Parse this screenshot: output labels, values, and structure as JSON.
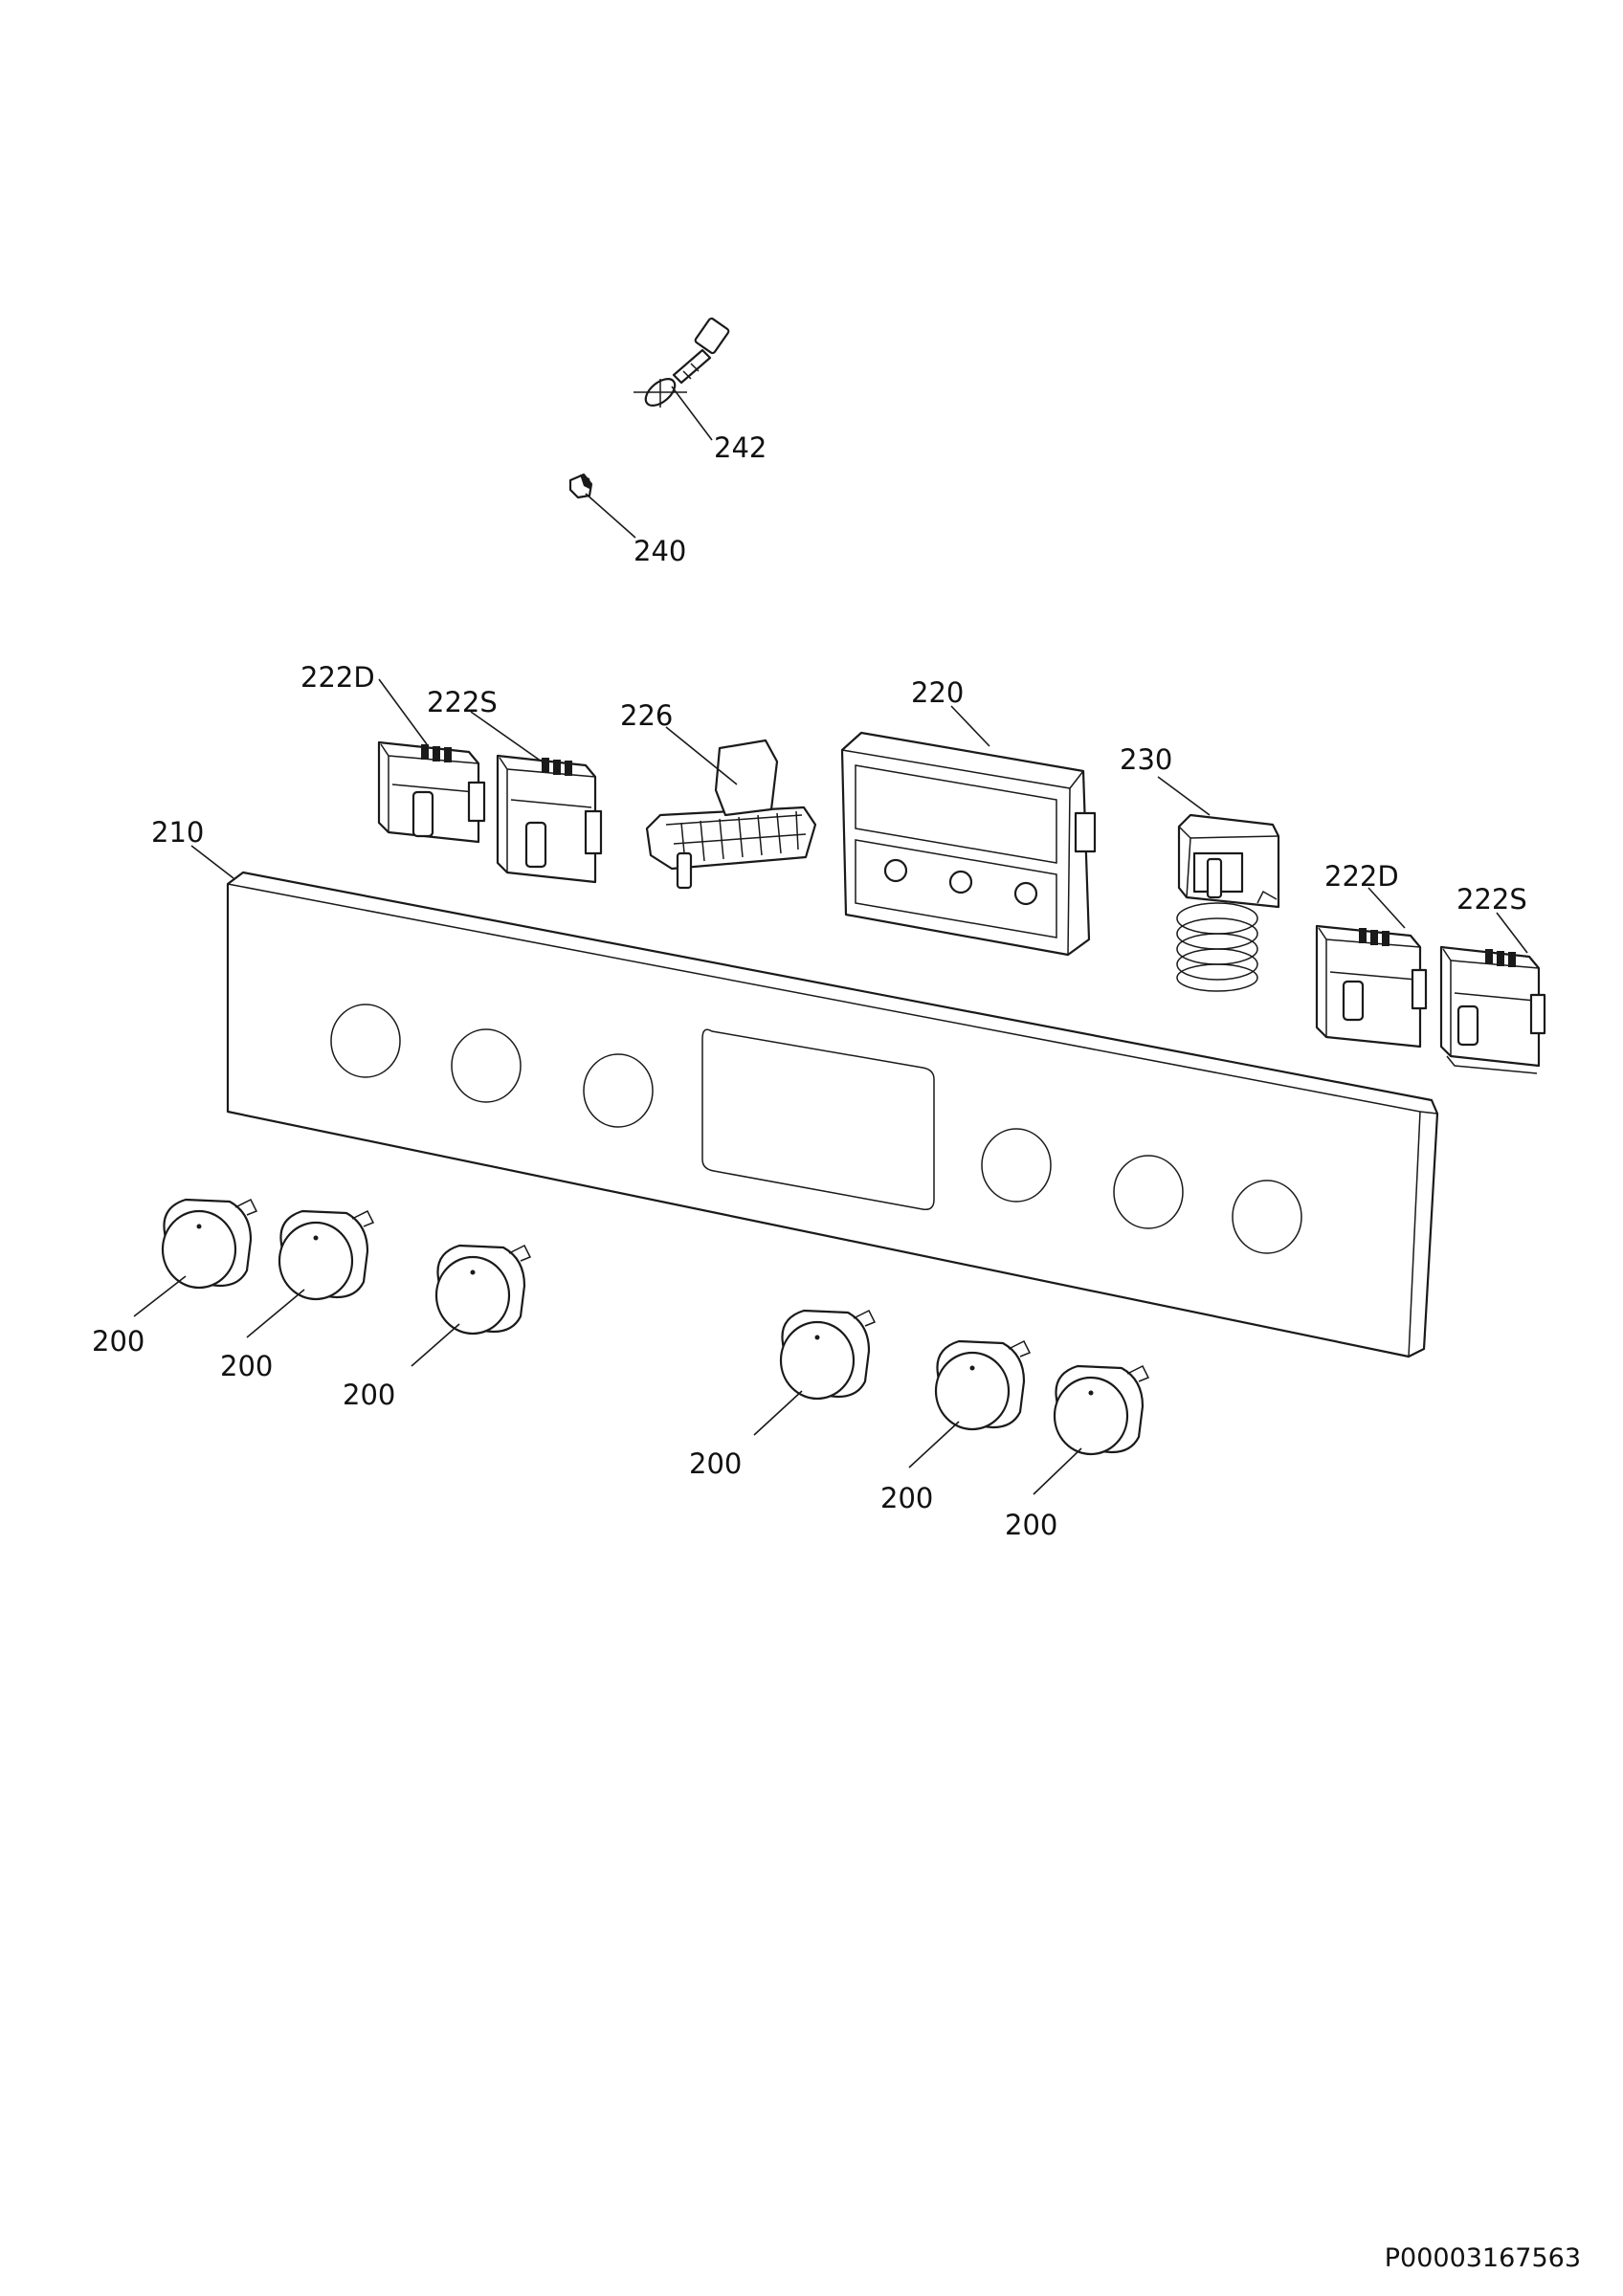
{
  "labels": {
    "p242": "242",
    "p240": "240",
    "p222d_left": "222D",
    "p222s_left": "222S",
    "p226": "226",
    "p220": "220",
    "p230": "230",
    "p210": "210",
    "p222d_right": "222D",
    "p222s_right": "222S",
    "knobs": [
      "200",
      "200",
      "200",
      "200",
      "200",
      "200"
    ]
  },
  "document_id": "P00003167563"
}
